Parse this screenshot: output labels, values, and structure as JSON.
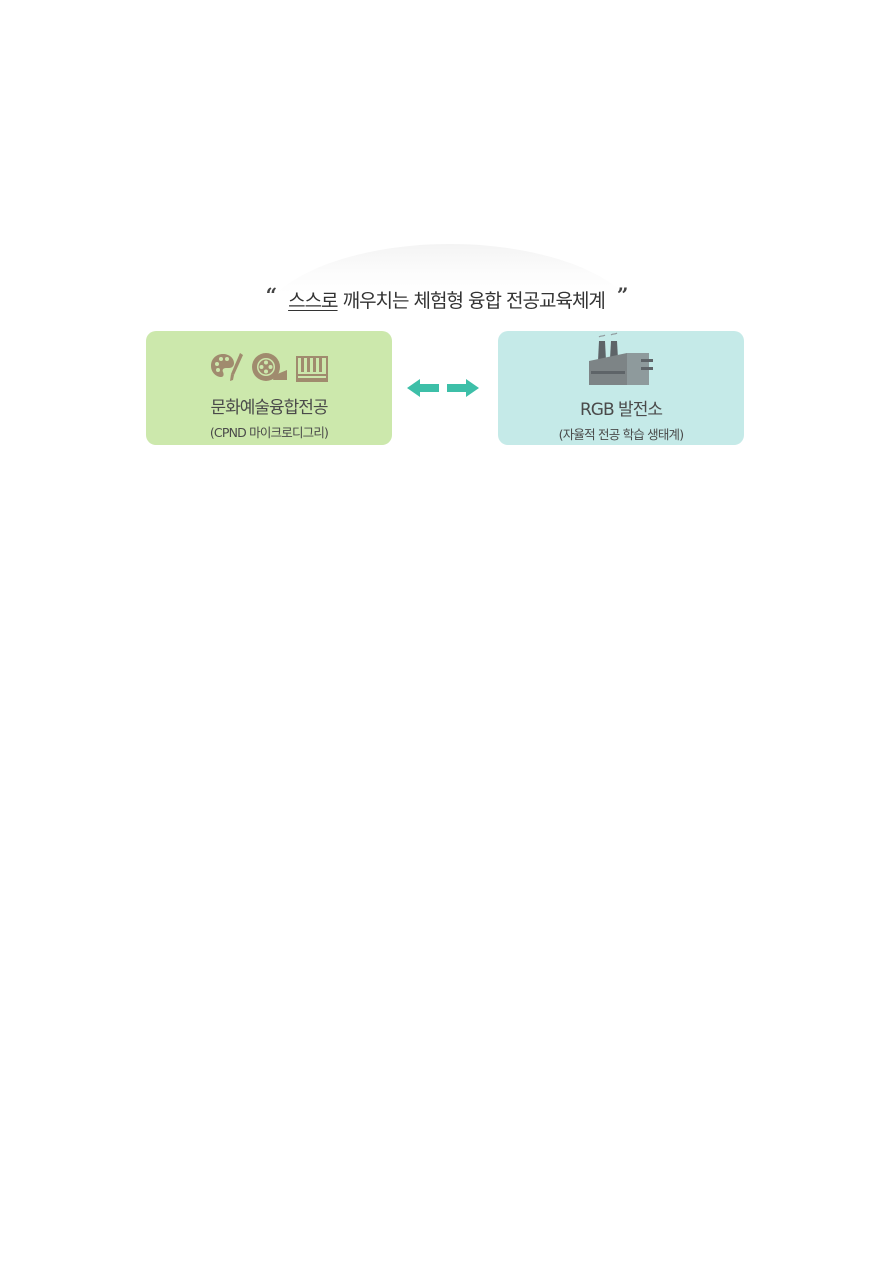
{
  "headline": {
    "open_quote": "“",
    "underlined": "스스로",
    "text": " 깨우치는 체험형 융합 전공교육체계",
    "close_quote": "”"
  },
  "left_box": {
    "icons": [
      "palette-brush-icon",
      "film-reel-icon",
      "piano-keys-icon"
    ],
    "title": "문화예술융합전공",
    "subtitle": "(CPND 마이크로디그리)",
    "color": "#cce8ac",
    "icon_color": "#a08b6e"
  },
  "connector": {
    "icon": "bidirectional-arrow-icon",
    "color": "#3dbfa8"
  },
  "right_box": {
    "icons": [
      "factory-icon"
    ],
    "title": "RGB 발전소",
    "subtitle": "(자율적 전공 학습 생태계)",
    "color": "#c5eae8",
    "icon_color": "#6f7478"
  }
}
